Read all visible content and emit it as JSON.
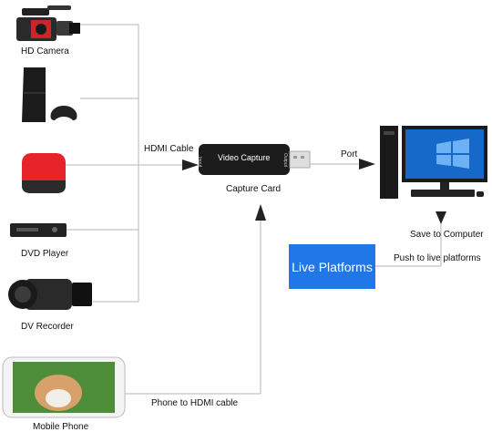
{
  "devices": {
    "hd_camera": "HD Camera",
    "ps4": "",
    "red_device": "",
    "dvd_player": "DVD Player",
    "dv_recorder": "DV Recorder",
    "mobile_phone": "Mobile Phone"
  },
  "card": {
    "name": "Capture Card",
    "face_text": "Video Capture",
    "port_in": "Input",
    "port_out": "Output"
  },
  "connections": {
    "hdmi_cable": "HDMI Cable",
    "port": "Port",
    "phone_cable": "Phone to HDMI cable",
    "save": "Save to Computer",
    "push": "Push to live platforms"
  },
  "live": {
    "label": "Live Platforms",
    "color": "#1f78e6"
  },
  "colors": {
    "line": "#b5b5b5",
    "arrow": "#222222",
    "card_body": "#1c1c1c",
    "red_device": "#e8242b",
    "monitor_screen": "#1769c9"
  }
}
